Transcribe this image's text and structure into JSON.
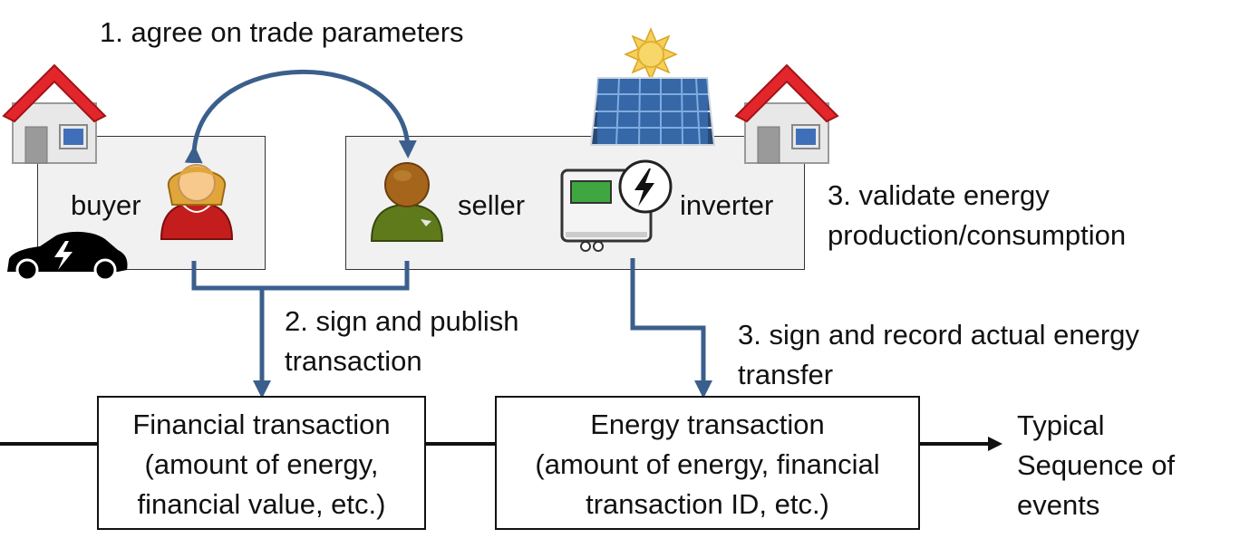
{
  "labels": {
    "step1": "1. agree on trade parameters",
    "buyer": "buyer",
    "seller": "seller",
    "inverter": "inverter",
    "validate_line1": "3. validate energy",
    "validate_line2": "production/consumption",
    "sign_publish_line1": "2. sign and publish",
    "sign_publish_line2": "transaction",
    "sign_record_line1": "3. sign and record actual energy",
    "sign_record_line2": "transfer",
    "typical_line1": "Typical",
    "typical_line2": "Sequence of",
    "typical_line3": "events"
  },
  "financial_tx": {
    "line1": "Financial transaction",
    "line2": "(amount of energy,",
    "line3": "financial value, etc.)"
  },
  "energy_tx": {
    "line1": "Energy transaction",
    "line2": "(amount of energy, financial",
    "line3": "transaction ID, etc.)"
  },
  "colors": {
    "arrow": "#3b5f8c",
    "roof": "#e3262b",
    "panel_fill": "#f1f1f1",
    "solar_cell": "#3f7fd0",
    "sun": "#f6cf5c",
    "buyer_shirt": "#c41d1d",
    "seller_shirt": "#5e7a1b",
    "display": "#3fa73f"
  },
  "icons": [
    "house-icon",
    "car-icon",
    "buyer-person-icon",
    "seller-person-icon",
    "inverter-icon",
    "solar-panel-icon",
    "sun-icon"
  ]
}
